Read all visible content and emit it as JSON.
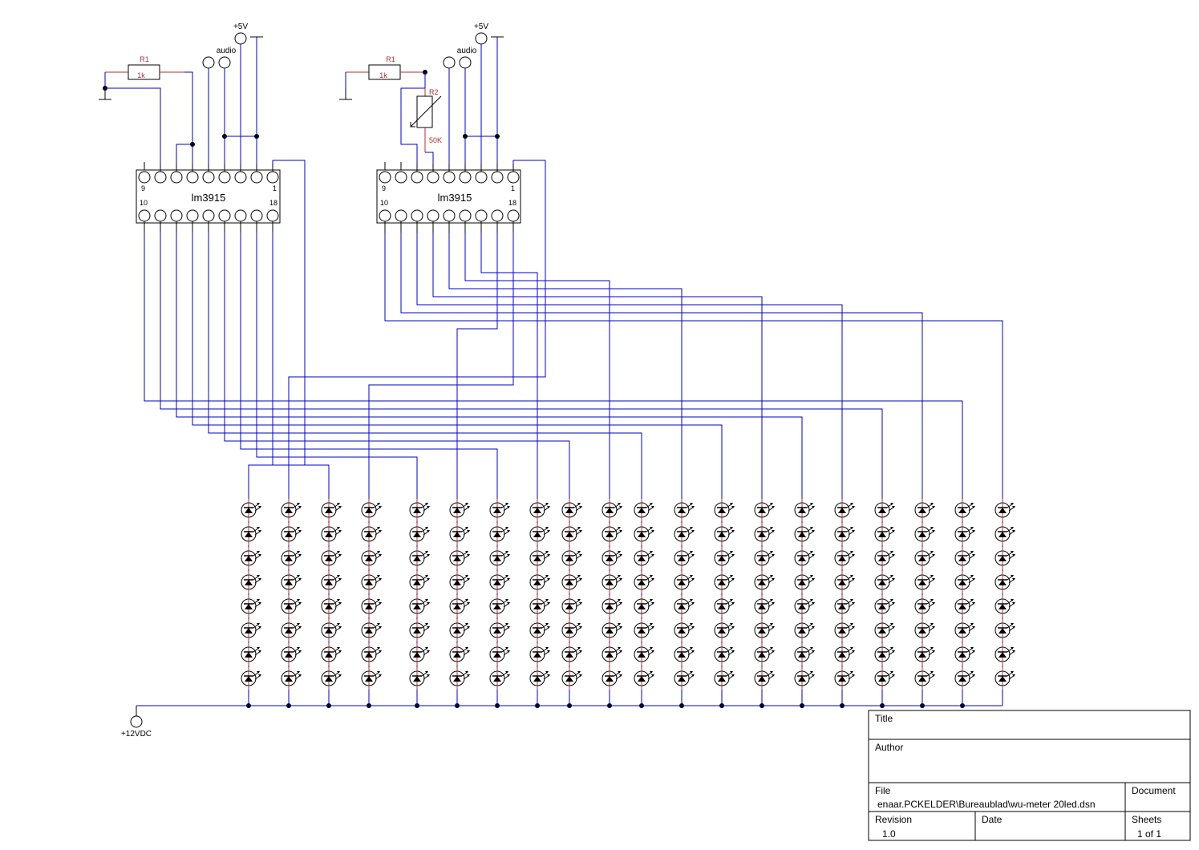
{
  "document": {
    "type": "electronic schematic",
    "subject": "VU meter with 20 LED columns driven by two LM3915"
  },
  "colors": {
    "wire": "#0000cc",
    "component_lead": "#b03030",
    "symbol": "#000000",
    "background": "#ffffff"
  },
  "circuits": [
    {
      "id": "left",
      "ic": {
        "name": "lm3915",
        "pin_top_left": "9",
        "pin_top_right": "1",
        "pin_bottom_left": "10",
        "pin_bottom_right": "18"
      },
      "supply_label": "+5V",
      "input_label": "audio",
      "r1": {
        "ref": "R1",
        "value": "1k"
      }
    },
    {
      "id": "right",
      "ic": {
        "name": "lm3915",
        "pin_top_left": "9",
        "pin_top_right": "1",
        "pin_bottom_left": "10",
        "pin_bottom_right": "18"
      },
      "supply_label": "+5V",
      "input_label": "audio",
      "r1": {
        "ref": "R1",
        "value": "1k"
      },
      "r2": {
        "ref": "R2",
        "value": "50K"
      }
    }
  ],
  "led_matrix": {
    "columns": 20,
    "leds_per_column": 8
  },
  "power": {
    "label": "+12VDC"
  },
  "title_block": {
    "title_label": "Title",
    "title_value": "",
    "author_label": "Author",
    "author_value": "",
    "file_label": "File",
    "file_value": "enaar.PCKELDER\\Bureaublad\\wu-meter 20led.dsn",
    "document_label": "Document",
    "document_value": "",
    "revision_label": "Revision",
    "revision_value": "1.0",
    "date_label": "Date",
    "date_value": "",
    "sheets_label": "Sheets",
    "sheets_value": "1 of 1"
  }
}
